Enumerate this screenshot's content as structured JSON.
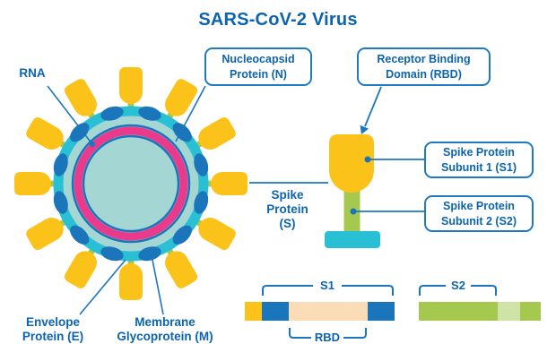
{
  "title": "SARS-CoV-2 Virus",
  "virus": {
    "spike_count": 12,
    "membrane_unit_count": 12,
    "labels": {
      "rna": "RNA",
      "nucleocapsid_line1": "Nucleocapsid",
      "nucleocapsid_line2": "Protein (N)",
      "envelope_line1": "Envelope",
      "envelope_line2": "Protein (E)",
      "membrane_line1": "Membrane",
      "membrane_line2": "Glycoprotein (M)",
      "spike_line1": "Spike",
      "spike_line2": "Protein",
      "spike_line3": "(S)"
    }
  },
  "spike_detail": {
    "rbd_line1": "Receptor Binding",
    "rbd_line2": "Domain (RBD)",
    "s1_line1": "Spike Protein",
    "s1_line2": "Subunit 1 (S1)",
    "s2_line1": "Spike Protein",
    "s2_line2": "Subunit 2 (S2)"
  },
  "genome_map": {
    "s1_label": "S1",
    "s2_label": "S2",
    "rbd_label": "RBD"
  },
  "colors": {
    "text_blue": "#0d64ae",
    "line_blue": "#1c76be",
    "dark_blue": "#1b75bb",
    "yellow": "#fbc31a",
    "green": "#a5c94f",
    "light_green": "#d0e3a6",
    "cyan": "#29bfd4",
    "pale_teal": "#a4d7d3",
    "pink": "#e93a8c",
    "peach": "#fadcb6"
  }
}
